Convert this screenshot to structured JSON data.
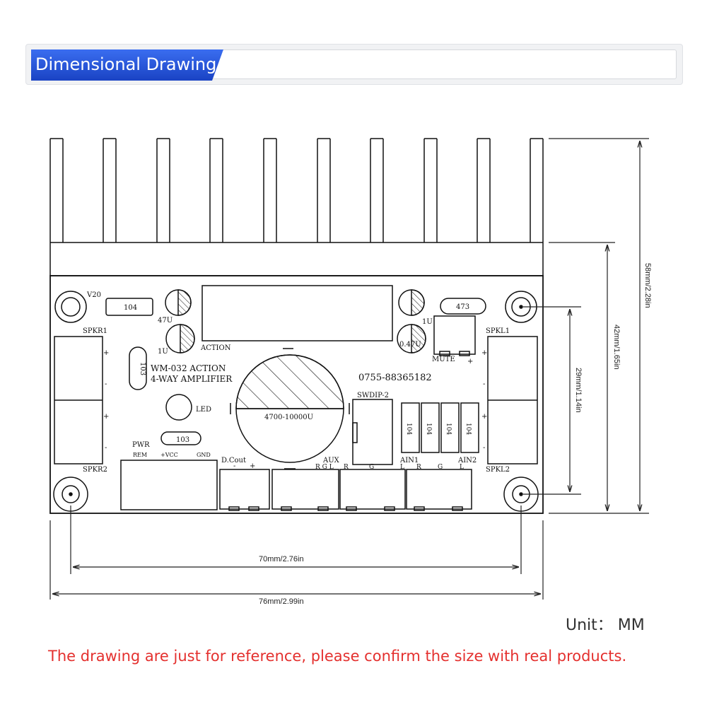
{
  "header": {
    "title": "Dimensional Drawing",
    "accent_color": "#1f4fd8"
  },
  "board": {
    "model_line1": "WM-032 ACTION",
    "model_line2": "4-WAY AMPLIFIER",
    "phone": "0755-88365182",
    "capacitor_main": "4700-10000U",
    "action_label": "ACTION",
    "labels": {
      "v20": "V20",
      "cap104_top": "104",
      "cap47u": "47U",
      "cap1u_left": "1U",
      "cap1u_right": "1U",
      "cap047u": "0.47U",
      "cap473": "473",
      "spkr1": "SPKR1",
      "spkr2": "SPKR2",
      "spkl1": "SPKL1",
      "spkl2": "SPKL2",
      "res103_left": "103",
      "res103_bottom": "103",
      "led": "LED",
      "mute": "MUTE",
      "plus": "+",
      "minus": "-",
      "swdip": "SWDIP-2",
      "pwr": "PWR",
      "rem": "REM",
      "vcc": "+VCC",
      "gnd": "GND",
      "dcout": "D.Cout",
      "aux": "AUX",
      "ain1": "AIN1",
      "ain2": "AIN2",
      "rgl": "R G L",
      "r": "R",
      "g": "G",
      "l": "L",
      "dip104": "104"
    }
  },
  "dimensions": {
    "height_total": "58mm/2.28in",
    "height_board": "42mm/1.65in",
    "hole_vertical": "29mm/1.14in",
    "hole_horizontal": "70mm/2.76in",
    "width_total": "76mm/2.99in"
  },
  "footer": {
    "unit": "Unit： MM",
    "disclaimer": "The drawing are just for reference, please confirm the size with real products.",
    "disclaimer_color": "#e4302e"
  }
}
